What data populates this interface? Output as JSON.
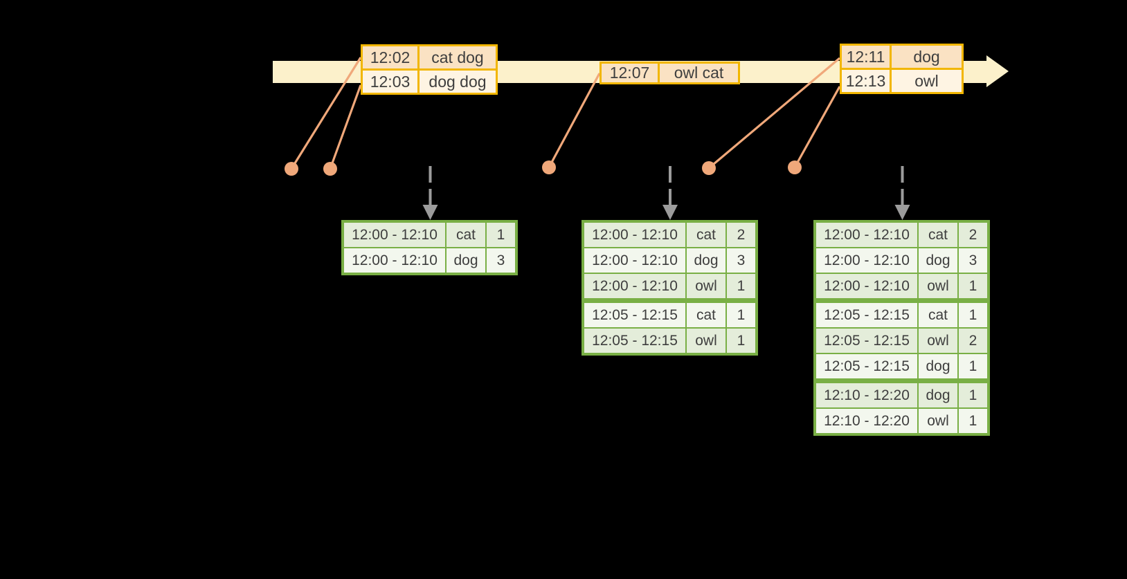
{
  "canvas": {
    "background": "#000000"
  },
  "timeline": {
    "description": "event-time arrow pointing right",
    "fill": "#FCF1CB"
  },
  "event_tables": [
    {
      "rows": [
        {
          "time": "12:02",
          "words": "cat dog"
        },
        {
          "time": "12:03",
          "words": "dog dog"
        }
      ]
    },
    {
      "rows": [
        {
          "time": "12:07",
          "words": "owl cat"
        }
      ]
    },
    {
      "rows": [
        {
          "time": "12:11",
          "words": "dog"
        },
        {
          "time": "12:13",
          "words": "owl"
        }
      ]
    }
  ],
  "result_tables": [
    {
      "rows": [
        {
          "window": "12:00 - 12:10",
          "word": "cat",
          "count": "1"
        },
        {
          "window": "12:00 - 12:10",
          "word": "dog",
          "count": "3"
        }
      ]
    },
    {
      "rows": [
        {
          "window": "12:00 - 12:10",
          "word": "cat",
          "count": "2"
        },
        {
          "window": "12:00 - 12:10",
          "word": "dog",
          "count": "3"
        },
        {
          "window": "12:00 - 12:10",
          "word": "owl",
          "count": "1"
        },
        {
          "window": "12:05 - 12:15",
          "word": "cat",
          "count": "1"
        },
        {
          "window": "12:05 - 12:15",
          "word": "owl",
          "count": "1"
        }
      ]
    },
    {
      "rows": [
        {
          "window": "12:00 - 12:10",
          "word": "cat",
          "count": "2"
        },
        {
          "window": "12:00 - 12:10",
          "word": "dog",
          "count": "3"
        },
        {
          "window": "12:00 - 12:10",
          "word": "owl",
          "count": "1"
        },
        {
          "window": "12:05 - 12:15",
          "word": "cat",
          "count": "1"
        },
        {
          "window": "12:05 - 12:15",
          "word": "owl",
          "count": "2"
        },
        {
          "window": "12:05 - 12:15",
          "word": "dog",
          "count": "1"
        },
        {
          "window": "12:10 - 12:20",
          "word": "dog",
          "count": "1"
        },
        {
          "window": "12:10 - 12:20",
          "word": "owl",
          "count": "1"
        }
      ]
    }
  ],
  "colors": {
    "timeline_fill": "#FCF1CB",
    "event_table_border": "#F2B600",
    "event_row_peach": "#FAE2C3",
    "event_row_cream": "#FEF4E3",
    "event_marker": "#F0A87A",
    "result_table_border": "#79AF45",
    "result_row_dark": "#E4EDDA",
    "result_row_light": "#F3F7EE",
    "trigger_arrow": "#9C9C9C",
    "text": "#3E3E3E"
  }
}
